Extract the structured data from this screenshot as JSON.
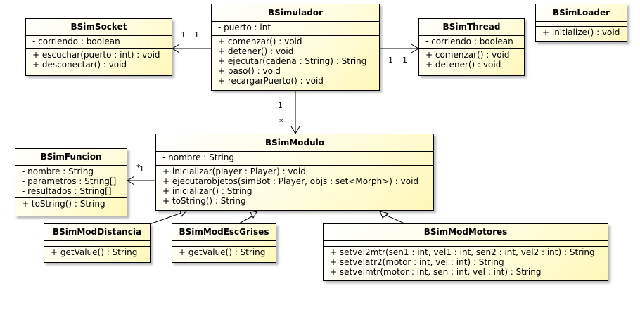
{
  "classes": {
    "sim": {
      "name": "BSimulador",
      "attributes": [
        "- puerto : int"
      ],
      "operations": [
        "+ comenzar() : void",
        "+ detener() : void",
        "+ ejecutar(cadena : String) : String",
        "+ paso() : void",
        "+ recargarPuerto() : void"
      ]
    },
    "socket": {
      "name": "BSimSocket",
      "attributes": [
        "- corriendo : boolean"
      ],
      "operations": [
        "+ escuchar(puerto : int) : void",
        "+ desconectar() : void"
      ]
    },
    "thread": {
      "name": "BSimThread",
      "attributes": [
        "- corriendo : boolean"
      ],
      "operations": [
        "+ comenzar() : void",
        "+ detener() : void"
      ]
    },
    "loader": {
      "name": "BSimLoader",
      "attributes": [],
      "operations": [
        "+ initialize() : void"
      ]
    },
    "modulo": {
      "name": "BSimModulo",
      "attributes": [
        "- nombre : String"
      ],
      "operations": [
        "+ inicializar(player : Player) : void",
        "+ ejecutarobjetos(simBot : Player, objs : set<Morph>) : void",
        "+ inicializar() : String",
        "+ toString() : String"
      ]
    },
    "funcion": {
      "name": "BSimFuncion",
      "attributes": [
        "- nombre : String",
        "- parametros : String[]",
        "- resultados : String[]"
      ],
      "operations": [
        "+ toString() : String"
      ]
    },
    "distancia": {
      "name": "BSimModDistancia",
      "attributes": [],
      "operations": [
        "+ getValue() : String"
      ]
    },
    "grises": {
      "name": "BSimModEscGrises",
      "attributes": [],
      "operations": [
        "+ getValue() : String"
      ]
    },
    "motores": {
      "name": "BSimModMotores",
      "attributes": [],
      "operations": [
        "+ setvel2mtr(sen1 : int, vel1 : int, sen2 : int, vel2 : int) : String",
        "+ setvelatr2(motor : int, vel : int) : String",
        "+ setvelmtr(motor : int, sen : int, vel : int) : String"
      ]
    }
  },
  "multiplicities": {
    "sim_socket_a": "1",
    "sim_socket_b": "1",
    "sim_thread_a": "1",
    "sim_thread_b": "1",
    "sim_modulo_src": "1",
    "sim_modulo_dst": "*",
    "funcion_star": "*",
    "funcion_one": "1"
  }
}
